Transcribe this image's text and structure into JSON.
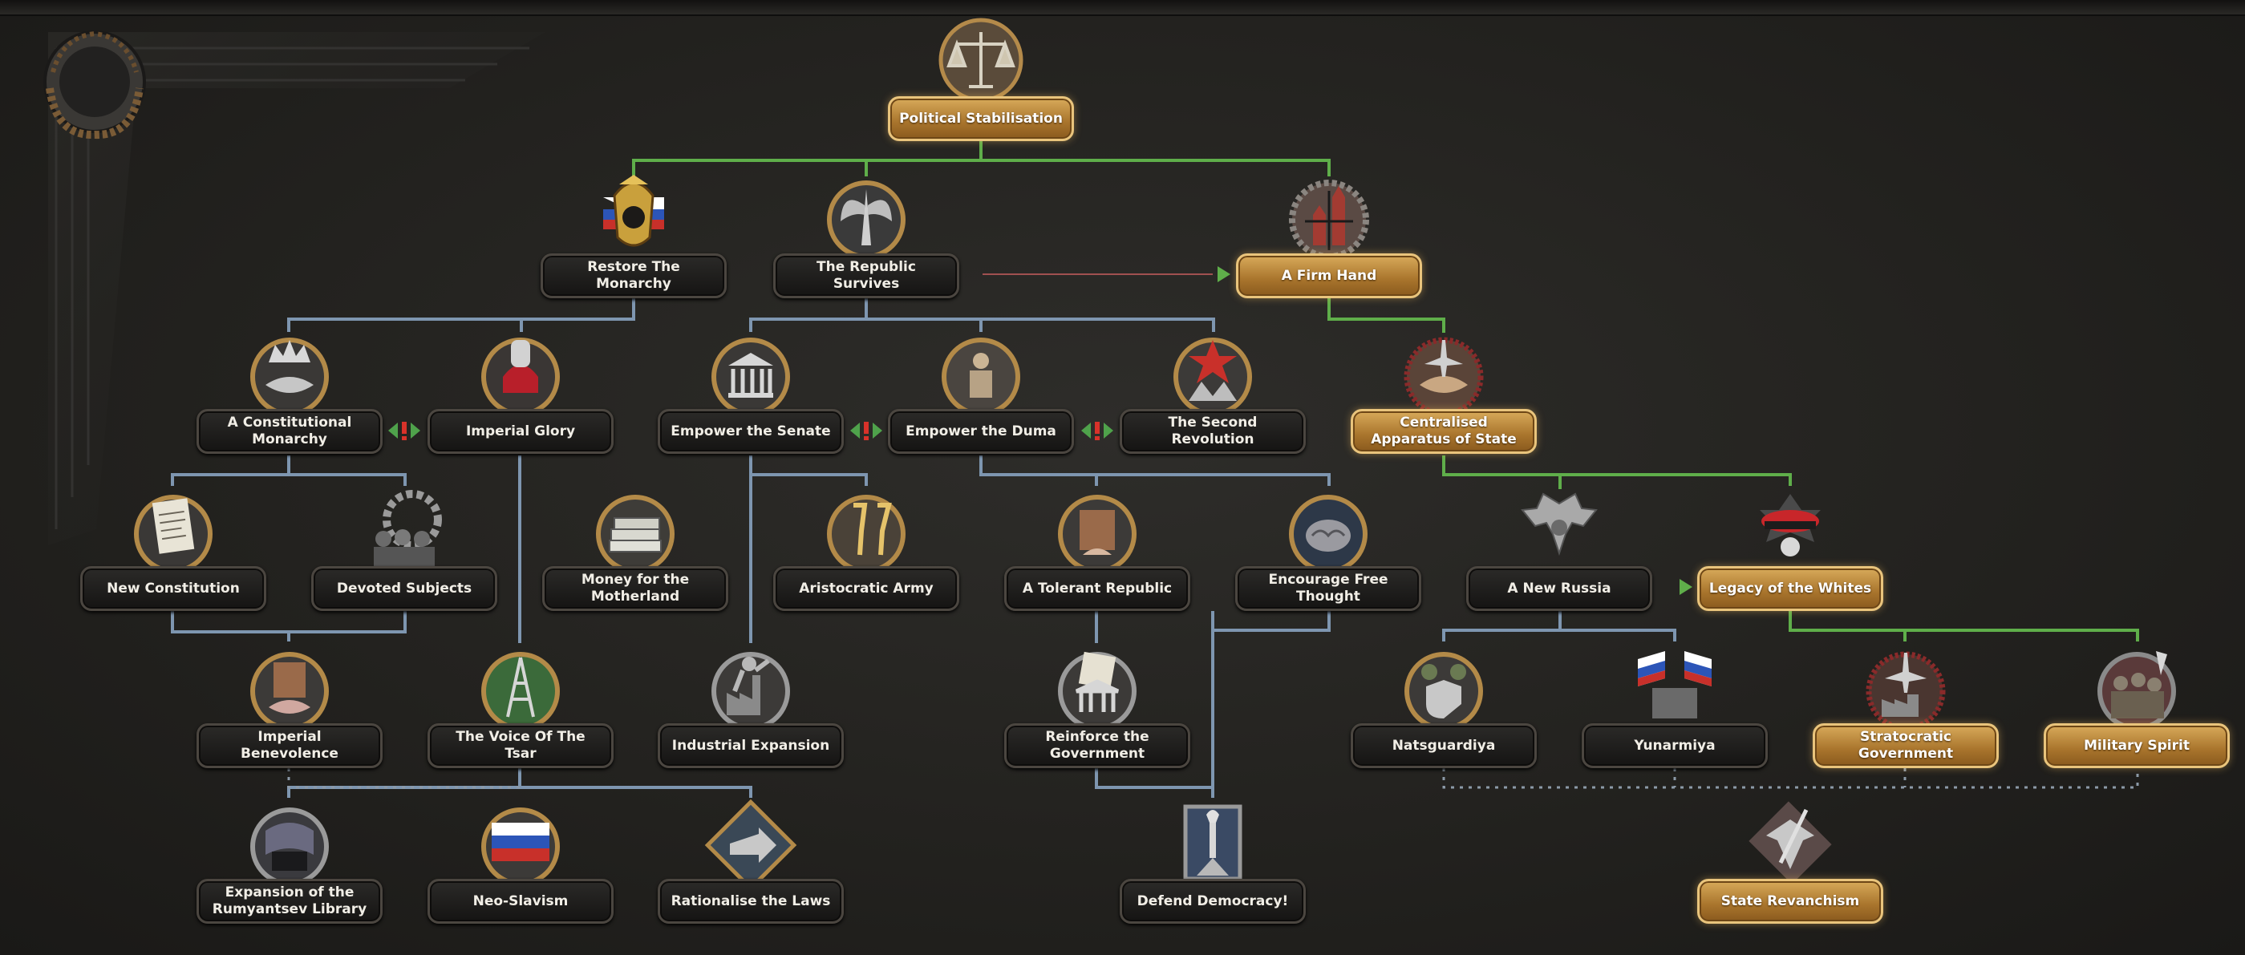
{
  "colors": {
    "available_line": "#5fae4a",
    "locked_line": "#7e96b0",
    "mutex_line": "#a05050",
    "dotted_line": "#8c9aa8",
    "completed_plate": "#c0883a",
    "plate_dark": "#1d1c1a"
  },
  "focuses": [
    {
      "id": "political_stabilisation",
      "label": "Political Stabilisation",
      "icon": "scales-of-justice-icon",
      "completed": true
    },
    {
      "id": "restore_the_monarchy",
      "label": "Restore The Monarchy",
      "icon": "imperial-eagle-crest-icon",
      "completed": false
    },
    {
      "id": "the_republic_survives",
      "label": "The Republic Survives",
      "icon": "winged-victory-icon",
      "completed": false
    },
    {
      "id": "a_firm_hand",
      "label": "A Firm Hand",
      "icon": "kremlin-icon",
      "completed": true
    },
    {
      "id": "a_constitutional_monarchy",
      "label": "A Constitutional Monarchy",
      "icon": "crown-handshake-icon",
      "completed": false
    },
    {
      "id": "imperial_glory",
      "label": "Imperial Glory",
      "icon": "fist-crown-icon",
      "completed": false
    },
    {
      "id": "empower_the_senate",
      "label": "Empower the Senate",
      "icon": "senate-building-icon",
      "completed": false
    },
    {
      "id": "empower_the_duma",
      "label": "Empower the Duma",
      "icon": "duma-statue-icon",
      "completed": false
    },
    {
      "id": "the_second_revolution",
      "label": "The Second Revolution",
      "icon": "red-star-revolution-icon",
      "completed": false
    },
    {
      "id": "centralised_apparatus_of_state",
      "label": "Centralised Apparatus of State",
      "icon": "handshake-plane-icon",
      "completed": true
    },
    {
      "id": "new_constitution",
      "label": "New Constitution",
      "icon": "constitution-document-icon",
      "completed": false
    },
    {
      "id": "devoted_subjects",
      "label": "Devoted Subjects",
      "icon": "crowd-gear-icon",
      "completed": false
    },
    {
      "id": "money_for_the_motherland",
      "label": "Money for the Motherland",
      "icon": "money-stack-icon",
      "completed": false
    },
    {
      "id": "aristocratic_army",
      "label": "Aristocratic Army",
      "icon": "champagne-glasses-icon",
      "completed": false
    },
    {
      "id": "a_tolerant_republic",
      "label": "A Tolerant Republic",
      "icon": "ballot-box-icon",
      "completed": false
    },
    {
      "id": "encourage_free_thought",
      "label": "Encourage Free Thought",
      "icon": "brain-icon",
      "completed": false
    },
    {
      "id": "a_new_russia",
      "label": "A New Russia",
      "icon": "double-headed-eagle-icon",
      "completed": false
    },
    {
      "id": "legacy_of_the_whites",
      "label": "Legacy of the Whites",
      "icon": "officer-cap-skull-icon",
      "completed": true
    },
    {
      "id": "imperial_benevolence",
      "label": "Imperial Benevolence",
      "icon": "ballot-handshake-icon",
      "completed": false
    },
    {
      "id": "the_voice_of_the_tsar",
      "label": "The Voice Of The Tsar",
      "icon": "radio-tower-icon",
      "completed": false
    },
    {
      "id": "industrial_expansion",
      "label": "Industrial Expansion",
      "icon": "worker-factory-icon",
      "completed": false
    },
    {
      "id": "reinforce_the_government",
      "label": "Reinforce the Government",
      "icon": "government-documents-icon",
      "completed": false
    },
    {
      "id": "natsguardiya",
      "label": "Natsguardiya",
      "icon": "soldiers-shield-icon",
      "completed": false
    },
    {
      "id": "yunarmiya",
      "label": "Yunarmiya",
      "icon": "flags-cadets-icon",
      "completed": false
    },
    {
      "id": "stratocratic_government",
      "label": "Stratocratic Government",
      "icon": "jet-factory-icon",
      "completed": true
    },
    {
      "id": "military_spirit",
      "label": "Military Spirit",
      "icon": "soldiers-flag-icon",
      "completed": true
    },
    {
      "id": "expansion_of_the_rumyantsev_library",
      "label": "Expansion of the Rumyantsev Library",
      "icon": "library-books-icon",
      "completed": false
    },
    {
      "id": "neo_slavism",
      "label": "Neo-Slavism",
      "icon": "russian-flag-icon",
      "completed": false
    },
    {
      "id": "rationalise_the_laws",
      "label": "Rationalise the Laws",
      "icon": "map-arrow-icon",
      "completed": false
    },
    {
      "id": "defend_democracy",
      "label": "Defend Democracy!",
      "icon": "liberty-torch-icon",
      "completed": false
    },
    {
      "id": "state_revanchism",
      "label": "State Revanchism",
      "icon": "eagle-dagger-icon",
      "completed": true
    }
  ]
}
